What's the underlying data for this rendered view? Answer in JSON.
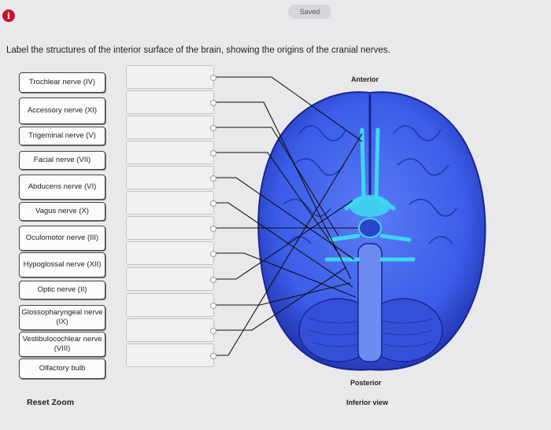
{
  "header": {
    "saved_label": "Saved",
    "info_icon": "info-icon"
  },
  "instructions": "Label the structures of the interior surface of the brain, showing the origins of the cranial nerves.",
  "labels": [
    "Trochlear nerve (IV)",
    "Accessory nerve (XI)",
    "Trigeminal nerve (V)",
    "Facial nerve (VII)",
    "Abducens nerve (VI)",
    "Vagus nerve (X)",
    "Oculomotor nerve (III)",
    "Hypoglossal nerve (XII)",
    "Optic nerve (II)",
    "Glossopharyngeal nerve (IX)",
    "Vestibulocochlear nerve (VIII)",
    "Olfactory bulb"
  ],
  "controls": {
    "reset_zoom": "Reset Zoom"
  },
  "figure": {
    "anterior": "Anterior",
    "posterior": "Posterior",
    "view": "Inferior view"
  },
  "colors": {
    "brain_fill": "#3a5ce8",
    "brain_dark": "#1f2fa8",
    "nerve_highlight": "#3fd6f0"
  }
}
